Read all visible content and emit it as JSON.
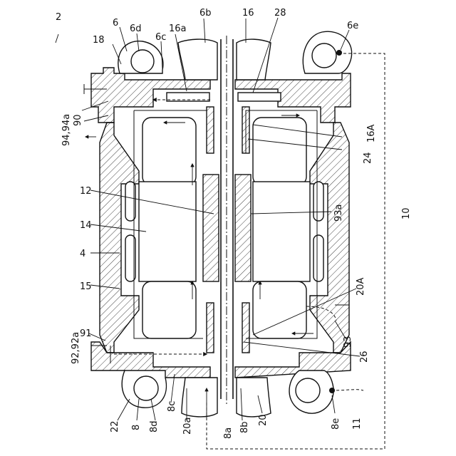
{
  "labels": {
    "fig_ref": "2",
    "l6": "6",
    "l6d": "6d",
    "l6b": "6b",
    "l16": "16",
    "l28": "28",
    "l6e": "6e",
    "l18": "18",
    "l16a": "16a",
    "l6c": "6c",
    "l94": "94,94a",
    "l90": "90",
    "l16A": "16A",
    "l24": "24",
    "l12": "12",
    "l93a": "93a",
    "l10": "10",
    "l14": "14",
    "l4": "4",
    "l15": "15",
    "l20A": "20A",
    "l91": "91",
    "l93": "93",
    "l92": "92,92a",
    "l26": "26",
    "l22": "22",
    "l8": "8",
    "l8d": "8d",
    "l8c": "8c",
    "l20a": "20a",
    "l8a": "8a",
    "l8b": "8b",
    "l20": "20",
    "l8e": "8e",
    "l11": "11"
  }
}
